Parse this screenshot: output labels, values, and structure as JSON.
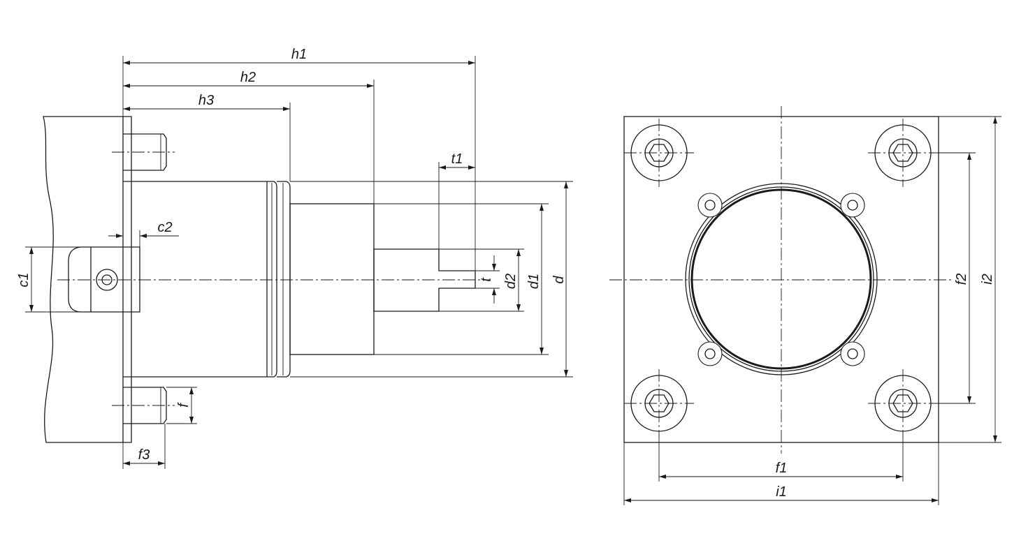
{
  "labels": {
    "h1": "h1",
    "h2": "h2",
    "h3": "h3",
    "t1": "t1",
    "c2": "c2",
    "c1": "c1",
    "t": "t",
    "d2": "d2",
    "d1": "d1",
    "d": "d",
    "f": "f",
    "f3": "f3",
    "f1": "f1",
    "i1": "i1",
    "f2": "f2",
    "i2": "i2"
  }
}
